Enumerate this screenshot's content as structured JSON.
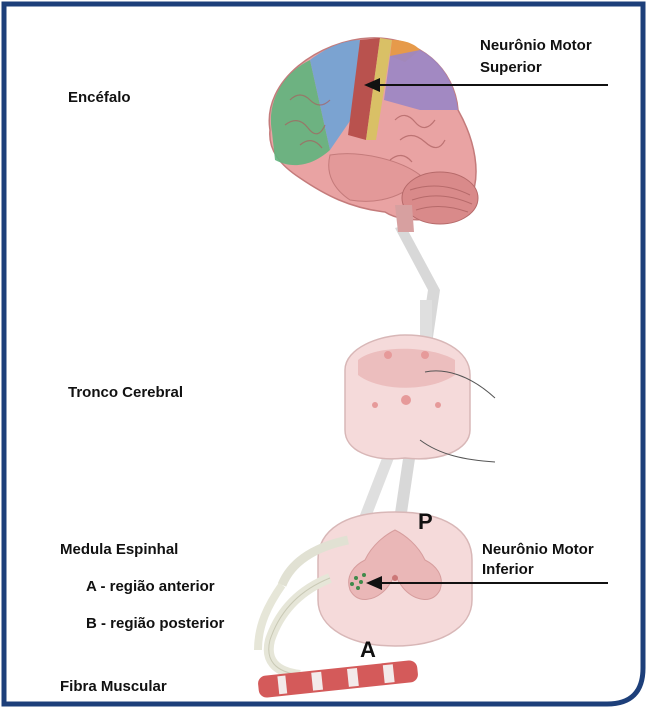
{
  "labels": {
    "encefalo": "Encéfalo",
    "tronco": "Tronco Cerebral",
    "medula": "Medula Espinhal",
    "regiao_a": "A - região anterior",
    "regiao_b": "B - região posterior",
    "fibra": "Fibra Muscular",
    "nms_line1": "Neurônio Motor",
    "nms_line2": "Superior",
    "nmi_line1": "Neurônio Motor",
    "nmi_line2": "Inferior",
    "letter_p": "P",
    "letter_a": "A"
  },
  "colors": {
    "frame": "#1d3f7a",
    "brain_base": "#e9a3a3",
    "frontal": "#6fa3d6",
    "prefrontal": "#5fb47d",
    "parietal": "#9a86c5",
    "motor_cortex": "#b9524e",
    "sensory_strip": "#d9c066",
    "occipital_orange": "#e69a4a",
    "cerebellum": "#d98a8a",
    "pathway": "#d4d4d4",
    "tissue": "#f5dada",
    "gray_matter": "#eab7b7",
    "muscle_red": "#d45a5a"
  }
}
